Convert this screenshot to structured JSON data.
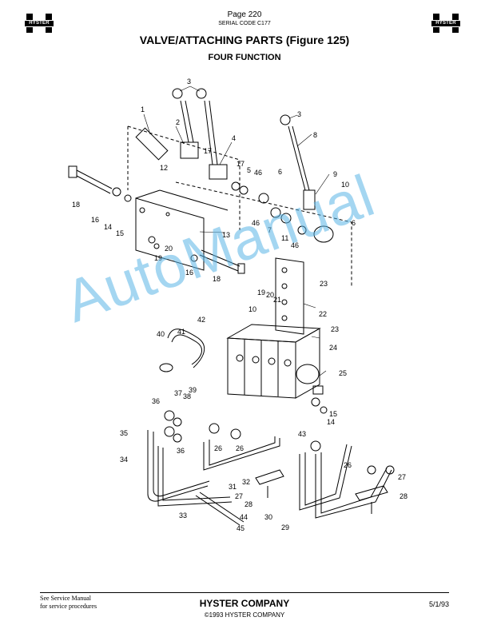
{
  "header": {
    "page": "Page 220",
    "serial_code": "SERIAL CODE C177",
    "logo_text": "HYSTER"
  },
  "title": "VALVE/ATTACHING PARTS (Figure 125)",
  "subtitle": "FOUR FUNCTION",
  "watermark": "AutoManual",
  "callouts": [
    "1",
    "2",
    "3",
    "3",
    "3",
    "4",
    "5",
    "6",
    "6",
    "7",
    "8",
    "9",
    "10",
    "10",
    "11",
    "12",
    "13",
    "14",
    "14",
    "15",
    "15",
    "16",
    "16",
    "17",
    "17",
    "18",
    "18",
    "19",
    "19",
    "20",
    "20",
    "21",
    "22",
    "23",
    "23",
    "24",
    "25",
    "26",
    "26",
    "26",
    "27",
    "27",
    "28",
    "28",
    "29",
    "30",
    "31",
    "32",
    "33",
    "34",
    "35",
    "36",
    "36",
    "37",
    "38",
    "39",
    "40",
    "41",
    "42",
    "43",
    "44",
    "45",
    "46",
    "46",
    "46"
  ],
  "footer": {
    "note_line1": "See Service Manual",
    "note_line2": "for service procedures",
    "company": "HYSTER COMPANY",
    "copyright": "©1993 HYSTER COMPANY",
    "date": "5/1/93"
  }
}
